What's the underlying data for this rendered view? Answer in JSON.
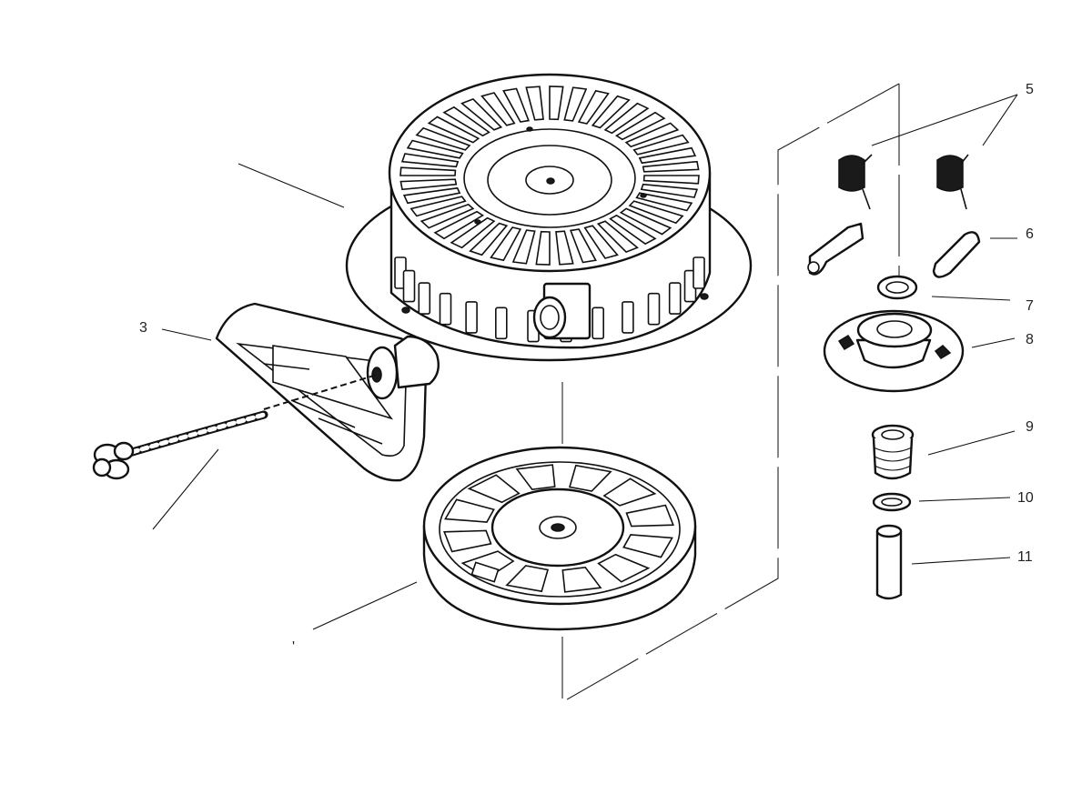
{
  "callouts": {
    "c3": "3",
    "c5": "5",
    "c6": "6",
    "c7": "7",
    "c8": "8",
    "c9": "9",
    "c10": "10",
    "c11": "11",
    "tick": "'"
  }
}
